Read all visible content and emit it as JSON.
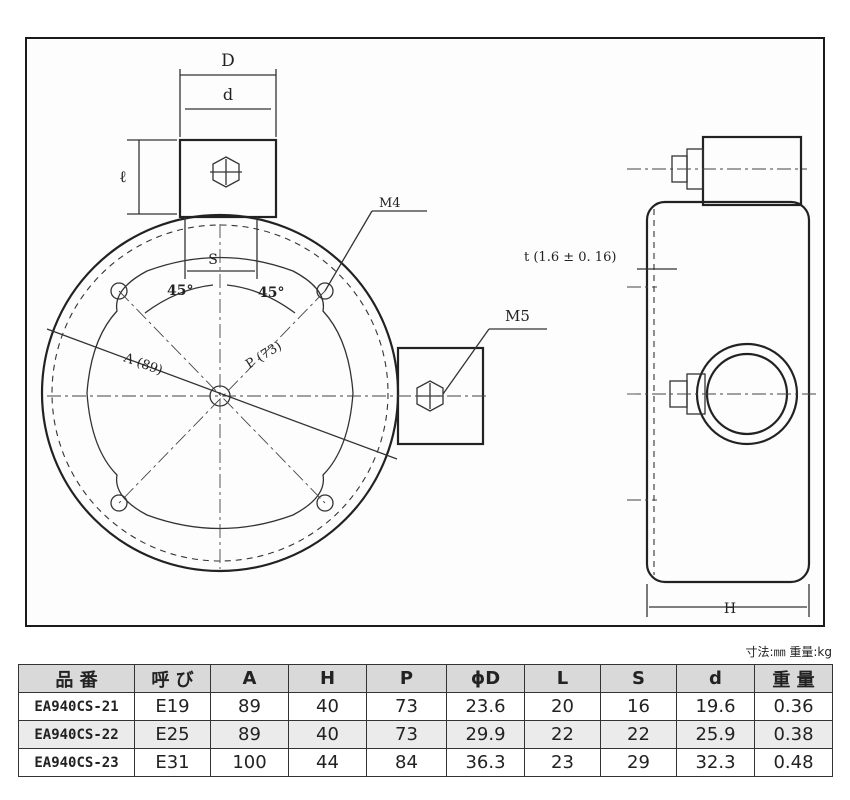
{
  "drawing": {
    "labels": {
      "D": "D",
      "d": "d",
      "l": "ℓ",
      "M4": "M4",
      "M5": "M5",
      "S": "S",
      "angle_left": "45°",
      "angle_right": "45°",
      "A": "A (89)",
      "P": "P (73)",
      "t": "t (1.6 ± 0. 16)",
      "H": "H"
    }
  },
  "units_note": "寸法:㎜ 重量:kg",
  "table": {
    "headers": [
      "品 番",
      "呼 び",
      "A",
      "H",
      "P",
      "ϕD",
      "L",
      "S",
      "d",
      "重 量"
    ],
    "rows": [
      [
        "EA940CS-21",
        "E19",
        "89",
        "40",
        "73",
        "23.6",
        "20",
        "16",
        "19.6",
        "0.36"
      ],
      [
        "EA940CS-22",
        "E25",
        "89",
        "40",
        "73",
        "29.9",
        "22",
        "22",
        "25.9",
        "0.38"
      ],
      [
        "EA940CS-23",
        "E31",
        "100",
        "44",
        "84",
        "36.3",
        "23",
        "29",
        "32.3",
        "0.48"
      ]
    ]
  }
}
